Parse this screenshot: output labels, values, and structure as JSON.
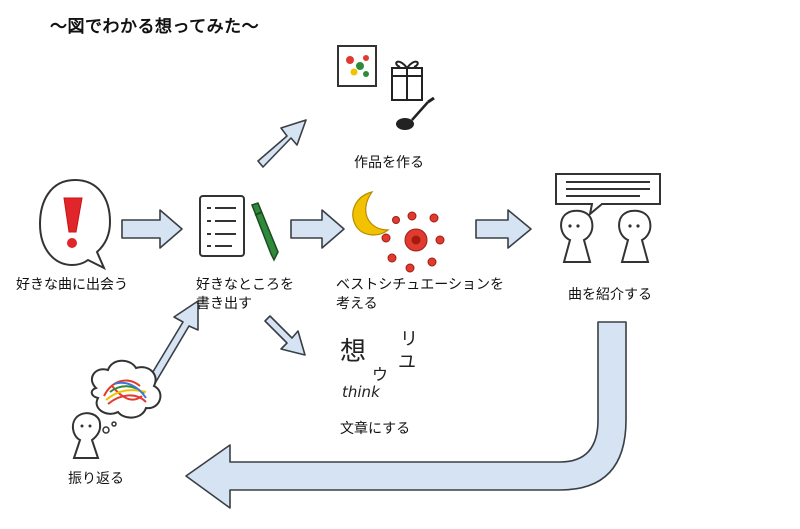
{
  "title": "〜図でわかる想ってみた〜",
  "nodes": {
    "encounter": {
      "label": "好きな曲に出会う"
    },
    "write": {
      "line1": "好きなところを",
      "line2": "書き出す"
    },
    "create": {
      "label": "作品を作る"
    },
    "scene": {
      "line1": "ベストシチュエーションを",
      "line2": "考える"
    },
    "text": {
      "label": "文章にする"
    },
    "introduce": {
      "label": "曲を紹介する"
    },
    "reflect": {
      "label": "振り返る"
    }
  },
  "doodle_text": {
    "kanji": "想",
    "kana1": "リ",
    "kana2": "ユ",
    "kana3": "ウ",
    "word": "think"
  },
  "colors": {
    "arrow_fill": "#d5e3f3",
    "arrow_stroke": "#3a3f45",
    "exclaim_red": "#e0262a",
    "pen_green": "#2f8a3a",
    "moon_yellow": "#f2c200",
    "flower_red": "#e23a2f"
  },
  "icons": [
    "exclamation-bubble-icon",
    "checklist-notebook-icon",
    "green-pen-icon",
    "picture-frame-icon",
    "gift-present-icon",
    "guitar-icon",
    "moon-icon",
    "rose-flowers-icon",
    "speech-bubble-people-icon",
    "thinking-cloud-person-icon"
  ]
}
